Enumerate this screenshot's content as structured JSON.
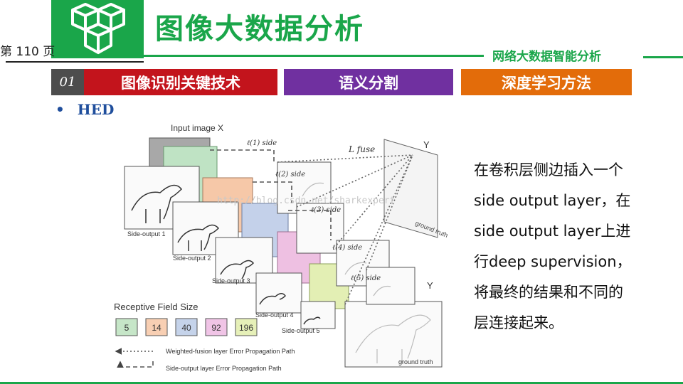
{
  "header": {
    "title": "图像大数据分析",
    "page_label": "第 110 页",
    "subtitle": "网络大数据智能分析"
  },
  "tabs": [
    {
      "label": "01"
    },
    {
      "label": "图像识别关键技术"
    },
    {
      "label": "语义分割"
    },
    {
      "label": "深度学习方法"
    }
  ],
  "bullet": {
    "text": "HED"
  },
  "figure": {
    "input_label": "Input image X",
    "fuse_label": "L fuse",
    "y_label": "Y",
    "ground_truth": "ground truth",
    "side_outputs": [
      "Side-output 1",
      "Side-output 2",
      "Side-output 3",
      "Side-output 4",
      "Side-output 5"
    ],
    "side_losses": [
      "ℓ(1) side",
      "ℓ(2) side",
      "ℓ(3) side",
      "ℓ(4) side",
      "ℓ(5) side"
    ],
    "receptive_title": "Receptive Field Size",
    "receptive_sizes": [
      "5",
      "14",
      "40",
      "92",
      "196"
    ],
    "receptive_colors": [
      "#c6e6c8",
      "#f8cfb3",
      "#c5d3ea",
      "#f0c4e6",
      "#e6f0b8"
    ],
    "legend_weighted": "Weighted-fusion layer Error Propagation Path",
    "legend_side": "Side-output layer Error Propagation Path",
    "watermark": "http://blog.csdn.net/sharkexpert"
  },
  "description_lines": [
    "在卷积层侧边插入一个",
    "side output layer，在",
    "side output layer上进",
    "行deep supervision，",
    "将最终的结果和不同的",
    "层连接起来。"
  ],
  "colors": {
    "green": "#1aa64a",
    "red": "#c3141c",
    "purple": "#7030a0",
    "orange": "#e36c0a",
    "blue": "#1f4e9c"
  }
}
